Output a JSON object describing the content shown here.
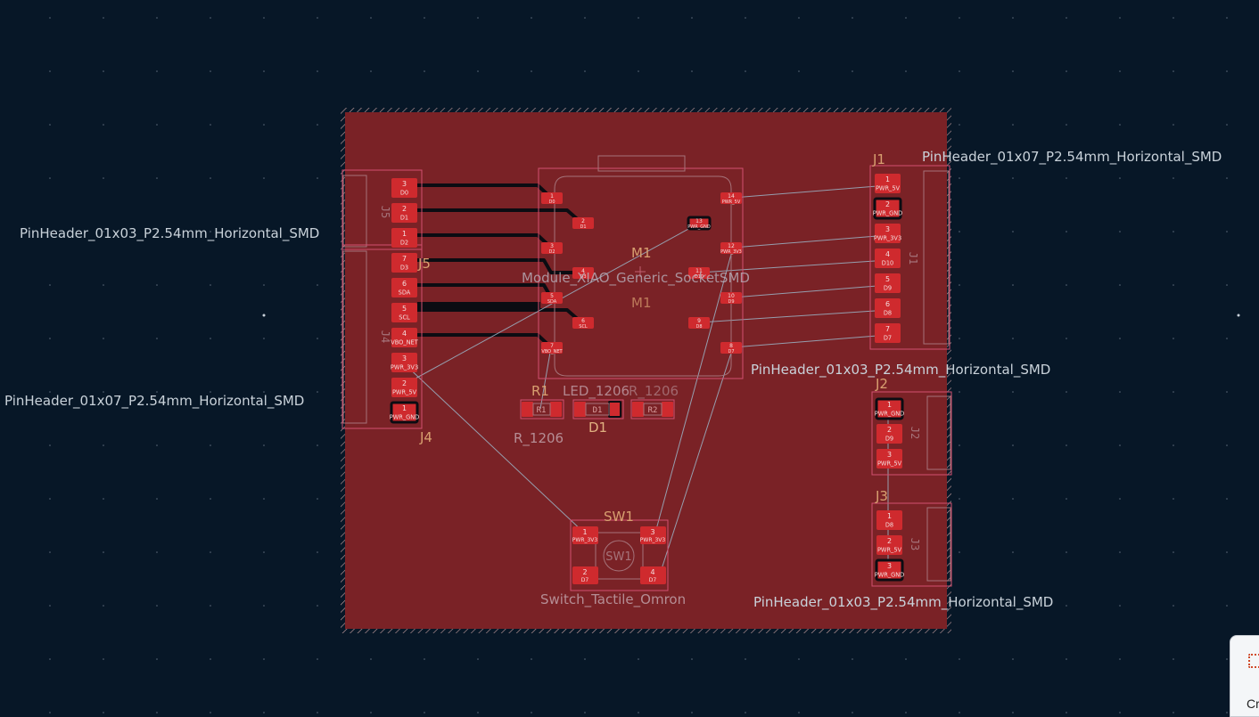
{
  "colors": {
    "background": "#071727",
    "grid_dot": "#5a6878",
    "board_fill": "#7a2226",
    "board_edge": "#c8a0a0",
    "pad": "#cf2a2e",
    "track": "#0b0c12",
    "courtyard": "#d25070",
    "ratsnest": "#9bb4c6",
    "reference_text": "#d8a070",
    "value_text": "#c9d2da",
    "silk_dark": "#a5737a"
  },
  "references": {
    "j1": "J1",
    "j2": "J2",
    "j3": "J3",
    "j4": "J4",
    "j5": "J5",
    "m1": "M1",
    "m1_value_ref": "M1",
    "r1": "R1",
    "sw1": "SW1",
    "sw1_body": "SW1",
    "d1": "D1",
    "r2_fab": "R2",
    "r1_fab": "R1",
    "d1_fab": "D1",
    "j1_fab": "J1",
    "j2_fab": "J2",
    "j3_fab": "J3",
    "j4_fab": "J4",
    "j5_fab": "J5"
  },
  "values": {
    "j1": "PinHeader_01x07_P2.54mm_Horizontal_SMD",
    "j5": "PinHeader_01x03_P2.54mm_Horizontal_SMD",
    "j4": "PinHeader_01x07_P2.54mm_Horizontal_SMD",
    "j2": "PinHeader_01x03_P2.54mm_Horizontal_SMD",
    "j3": "PinHeader_01x03_P2.54mm_Horizontal_SMD",
    "m1": "Module_XIAO_Generic_SocketSMD",
    "led": "LED_1206",
    "r1": "R_1206",
    "r2": "R_1206",
    "sw1": "Switch_Tactile_Omron"
  },
  "pads": {
    "j5": [
      {
        "num": "3",
        "net": "D0"
      },
      {
        "num": "2",
        "net": "D1"
      },
      {
        "num": "1",
        "net": "D2"
      }
    ],
    "j4": [
      {
        "num": "7",
        "net": "D3"
      },
      {
        "num": "6",
        "net": "SDA"
      },
      {
        "num": "5",
        "net": "SCL"
      },
      {
        "num": "4",
        "net": "VBO_NET"
      },
      {
        "num": "3",
        "net": "PWR_3V3"
      },
      {
        "num": "2",
        "net": "PWR_5V"
      },
      {
        "num": "1",
        "net": "PWR_GND"
      }
    ],
    "j1": [
      {
        "num": "1",
        "net": "PWR_5V"
      },
      {
        "num": "2",
        "net": "PWR_GND"
      },
      {
        "num": "3",
        "net": "PWR_3V3"
      },
      {
        "num": "4",
        "net": "D10"
      },
      {
        "num": "5",
        "net": "D9"
      },
      {
        "num": "6",
        "net": "D8"
      },
      {
        "num": "7",
        "net": "D7"
      }
    ],
    "j2": [
      {
        "num": "1",
        "net": "PWR_GND"
      },
      {
        "num": "2",
        "net": "D9"
      },
      {
        "num": "3",
        "net": "PWR_5V"
      }
    ],
    "j3": [
      {
        "num": "1",
        "net": "D8"
      },
      {
        "num": "2",
        "net": "PWR_5V"
      },
      {
        "num": "3",
        "net": "PWR_GND"
      }
    ],
    "m1_left": [
      {
        "num": "1",
        "net": "D0"
      },
      {
        "num": "2",
        "net": "D1"
      },
      {
        "num": "3",
        "net": "D2"
      },
      {
        "num": "4",
        "net": "D3"
      },
      {
        "num": "5",
        "net": "SDA"
      },
      {
        "num": "6",
        "net": "SCL"
      },
      {
        "num": "7",
        "net": "VBO_NET"
      }
    ],
    "m1_right": [
      {
        "num": "14",
        "net": "PWR_5V"
      },
      {
        "num": "13",
        "net": "PWR_GND"
      },
      {
        "num": "12",
        "net": "PWR_3V3"
      },
      {
        "num": "11",
        "net": "D10"
      },
      {
        "num": "10",
        "net": "D9"
      },
      {
        "num": "9",
        "net": "D8"
      },
      {
        "num": "8",
        "net": "D7"
      }
    ],
    "sw1": [
      {
        "num": "1",
        "net": "PWR_3V3"
      },
      {
        "num": "3",
        "net": "PWR_3V3"
      },
      {
        "num": "2",
        "net": "D7"
      },
      {
        "num": "4",
        "net": "D7"
      }
    ]
  },
  "corner_widget": {
    "text": "Cr",
    "icon": "selection-tool-icon"
  }
}
